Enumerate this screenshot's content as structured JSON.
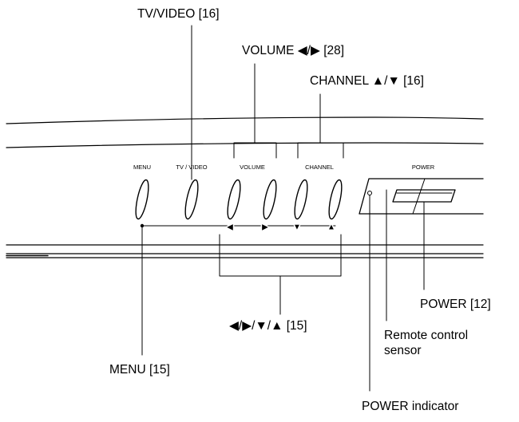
{
  "panel_labels": {
    "menu": "MENU",
    "tv_video": "TV / VIDEO",
    "volume": "VOLUME",
    "channel": "CHANNEL",
    "power": "POWER"
  },
  "callouts": {
    "tv_video": "TV/VIDEO [16]",
    "volume": "VOLUME ◀/▶ [28]",
    "channel": "CHANNEL ▲/▼ [16]",
    "arrows": "◀/▶/▼/▲ [15]",
    "menu": "MENU [15]",
    "power": "POWER [12]",
    "remote_line1": "Remote control",
    "remote_line2": "sensor",
    "power_indicator": "POWER indicator"
  },
  "marker_glyphs": {
    "left": "◀",
    "right": "▶",
    "down": "▼",
    "up": "▲"
  }
}
